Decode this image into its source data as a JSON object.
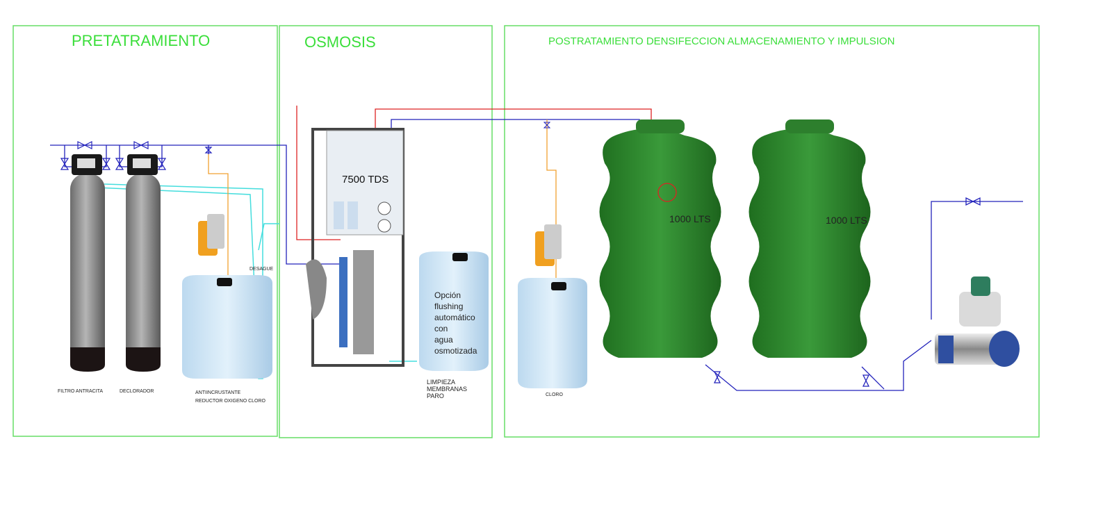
{
  "sections": {
    "pretreatment": {
      "title": "PRETATRAMIENTO"
    },
    "osmosis": {
      "title": "OSMOSIS"
    },
    "posttreatment": {
      "title": "POSTRATAMIENTO DENSIFECCION ALMACENAMIENTO Y IMPULSION"
    }
  },
  "labels": {
    "filter": "FILTRO ANTRACITA",
    "dechlorinator": "DECLORADOR",
    "antiscalant_1": "ANTIINCRUSTANTE",
    "antiscalant_2": "REDUCTOR OXIGENO CLORO",
    "drain": "DESAGUE",
    "ro_unit": "7500 TDS",
    "flushing": [
      "Opción",
      "flushing",
      "automático",
      "con",
      "agua",
      "osmotizada"
    ],
    "cleaning": [
      "LIMPIEZA",
      "MEMBRANAS",
      "PARO"
    ],
    "chlorine": "CLORO",
    "tank_1": "1000 LTS",
    "tank_2": "1000 LTS"
  },
  "colors": {
    "frame": "#66dd66",
    "title": "#3ade3a",
    "pipe_blue": "#2222bb",
    "pipe_red": "#dd2222",
    "pipe_cyan": "#44dddd",
    "pipe_orange": "#f0a030",
    "tank_green": "#2f8a2f"
  }
}
